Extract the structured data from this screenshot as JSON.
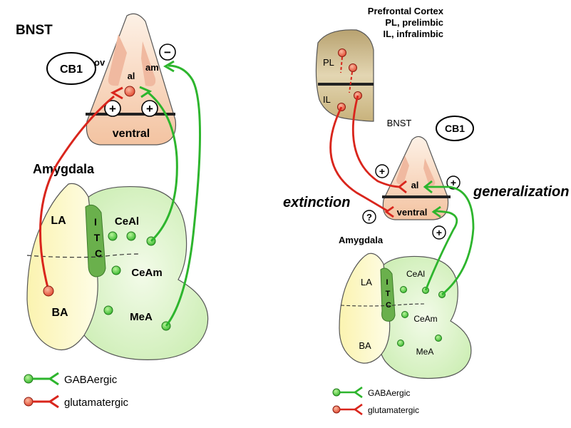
{
  "left_panel": {
    "bnst_title": "BNST",
    "cb1_label": "CB1",
    "ov_label": "ov",
    "am_label": "am",
    "al_label": "al",
    "minus_sign": "−",
    "plus_sign_1": "+",
    "plus_sign_2": "+",
    "ventral_label": "ventral",
    "amygdala_title": "Amygdala",
    "la_label": "LA",
    "ba_label": "BA",
    "itc_letters": [
      "I",
      "T",
      "C"
    ],
    "ceal_label": "CeAl",
    "ceam_label": "CeAm",
    "mea_label": "MeA"
  },
  "left_legend": {
    "gaba_label": "GABAergic",
    "glut_label": "glutamatergic"
  },
  "right_panel": {
    "pfc_title_line1": "Prefrontal Cortex",
    "pfc_title_line2": "PL,  prelimbic",
    "pfc_title_line3": "IL, infralimbic",
    "pl_label": "PL",
    "il_label": "IL",
    "bnst_title": "BNST",
    "cb1_label": "CB1",
    "al_label": "al",
    "ventral_label": "ventral",
    "plus_left": "+",
    "plus_right": "+",
    "plus_bottom": "+",
    "question_mark": "?",
    "extinction_label": "extinction",
    "generalization_label": "generalization",
    "amygdala_title": "Amygdala",
    "la_label": "LA",
    "ba_label": "BA",
    "itc_letters": [
      "I",
      "T",
      "C"
    ],
    "ceal_label": "CeAl",
    "ceam_label": "CeAm",
    "mea_label": "MeA"
  },
  "right_legend": {
    "gaba_label": "GABAergic",
    "glut_label": "glutamatergic"
  },
  "colors": {
    "gaba_green": "#2db52d",
    "glut_red": "#d9251c",
    "bnst_fill": "#f6cdb0",
    "amygdala_green": "#d9f2c4",
    "la_yellow": "#fbf6c4",
    "itc_green": "#6ab04c",
    "pfc_fill": "#cdb98a"
  }
}
